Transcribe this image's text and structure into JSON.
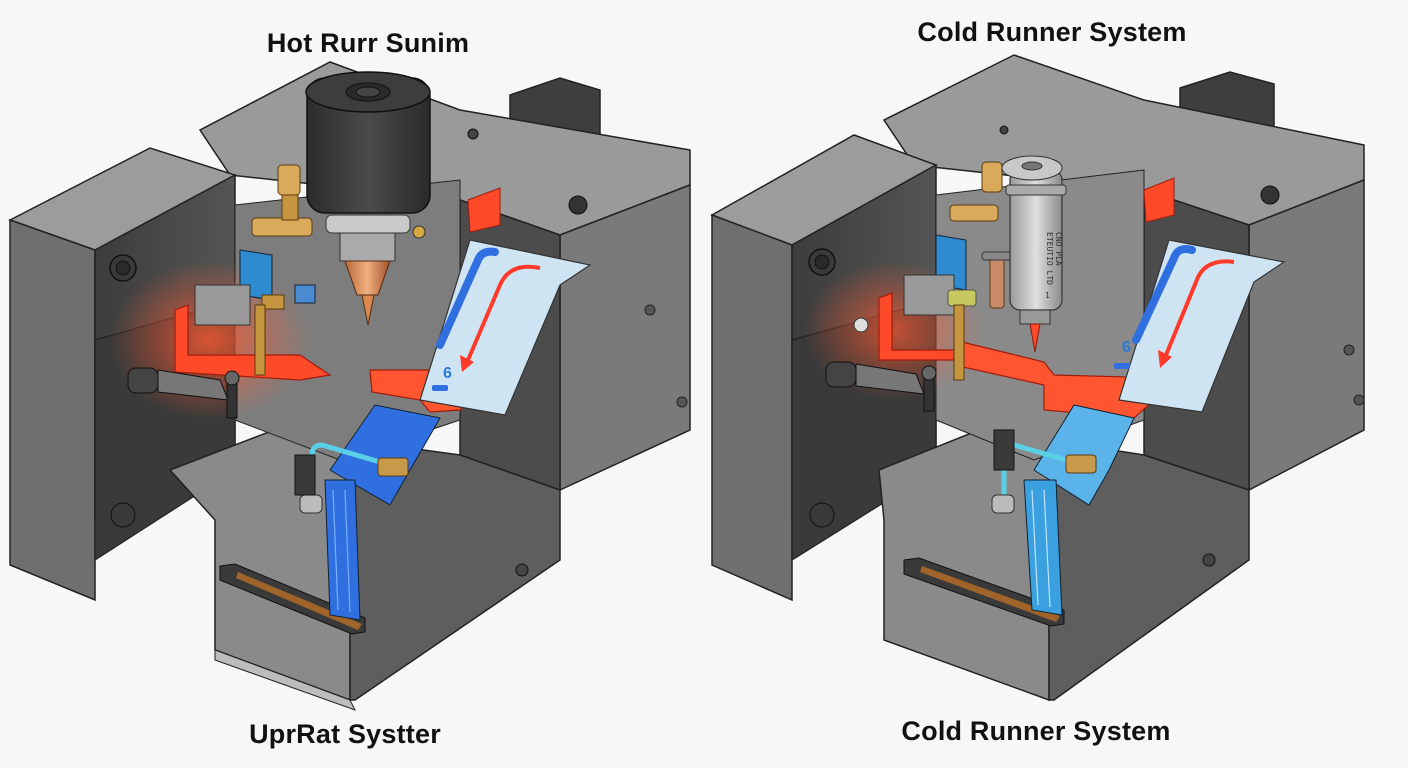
{
  "diagram": {
    "title_left_top": "Hot Rurr Sunim",
    "title_right_top": "Cold Runner System",
    "caption_left_bottom": "UprRat Systter",
    "caption_right_bottom": "Cold Runner System",
    "left_panel": {
      "name": "Hot runner mold cutaway",
      "components": [
        "nozzle-heater-housing",
        "brass-fittings",
        "heated-manifold",
        "cavity-flow-channel",
        "cooling-channel",
        "water-fitting",
        "slot"
      ],
      "channel_marker": "6",
      "colors": {
        "hot": "#ff4a2a",
        "cooling": "#2f6fe0",
        "steel": "#6b6b6b",
        "brass": "#c79a4a",
        "slot": "#a0642a"
      }
    },
    "right_panel": {
      "name": "Cold runner mold cutaway",
      "components": [
        "sprue-bushing",
        "brass-fittings",
        "runner",
        "cavity-flow-channel",
        "cooling-channel",
        "water-fitting",
        "slot"
      ],
      "channel_marker": "6",
      "bushing_label": "ETEUTIO LTD",
      "bushing_label2": "CNO PLA",
      "bushing_number": "1",
      "colors": {
        "hot": "#ff4a2a",
        "cooling": "#3aa0e0",
        "steel": "#6b6b6b",
        "brass": "#c79a4a",
        "slot": "#a0642a"
      }
    }
  }
}
